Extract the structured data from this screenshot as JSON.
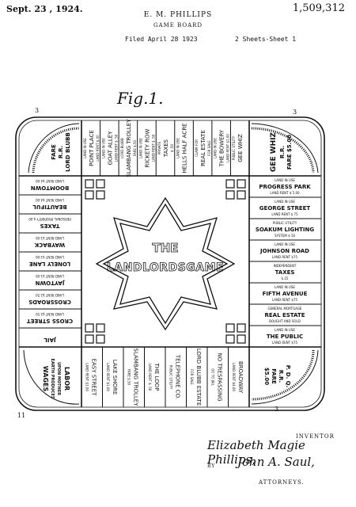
{
  "header": {
    "date": "Sept. 23 , 1924.",
    "patent_number": "1,509,312",
    "inventor_name": "E. M. PHILLIPS",
    "title": "GAME BOARD",
    "filed": "Filed April 28  1923",
    "sheets": "2 Sheets-Sheet 1"
  },
  "figure_label": "Fig.1.",
  "ref_numerals": {
    "top_left": "3",
    "top_right": "3",
    "bottom_right": "3",
    "bottom_left": "11"
  },
  "center": {
    "line1": "THE",
    "line2": "LANDLORDSGAME"
  },
  "corners": {
    "top_left": [
      "FARE",
      "R.R.",
      "LORD BLUBB"
    ],
    "top_right": [
      "GEE WHIZ",
      "R.R.",
      "FARE $5.00"
    ],
    "bottom_left": [
      "LABOR",
      "UPON MOTHER",
      "EARTH PRODUCES",
      "WAGES"
    ],
    "bottom_right": [
      "P. D. Q.",
      "R.R.",
      "FARE",
      "$5.00"
    ]
  },
  "top_row": [
    {
      "top": "LAND IN USE",
      "name": "POINT PLACE",
      "sub": "LAND RENT $.00"
    },
    {
      "top": "LAND IN USE",
      "name": "GOAT ALLEY",
      "sub": "LAND RENT $ .50"
    },
    {
      "top": "LORD BLUBB",
      "name": "SLAMBANG TROLLEY",
      "sub": "FARE $.50"
    },
    {
      "top": "LAND IN USE",
      "name": "RICKETY ROW",
      "sub": "LAND RENT $ .50"
    },
    {
      "top": "PRIVATE",
      "name": "TAXES",
      "sub": "$ .50"
    },
    {
      "top": "LAND IN USE",
      "name": "HELLS HALF ACRE",
      "sub": ""
    },
    {
      "top": "CLAIM FOR",
      "name": "REAL ESTATE",
      "sub": "FOR SALE"
    },
    {
      "top": "LAND IN USE",
      "name": "THE BOWERY",
      "sub": "LAND RENT $1.00"
    },
    {
      "top": "PUBLIC UTILITY",
      "name": "GEE WHIZ",
      "sub": ""
    }
  ],
  "left_column": [
    {
      "name": "BOOMTOWN",
      "sub": "LAND RENT $4.00"
    },
    {
      "name": "BEAUTIFUL",
      "sub": "LAND RENT $4.00"
    },
    {
      "name": "TAXES",
      "sub": "PERSONAL PROPERTY $.00"
    },
    {
      "name": "WAYBACK",
      "sub": "LAND RENT $3.00"
    },
    {
      "name": "LONELY LANE",
      "sub": "LAND RENT $3.00"
    },
    {
      "name": "JAYTOWN",
      "sub": "LAND RENT $3.00"
    },
    {
      "name": "CROSSROADS",
      "sub": "LAND RENT $2.50"
    },
    {
      "name": "CROSS STREET",
      "sub": "LAND RENT $2.50"
    },
    {
      "name": "JAIL",
      "sub": ""
    }
  ],
  "right_column": [
    {
      "top": "LAND IN USE",
      "name": "PROGRESS PARK",
      "sub": "LAND RENT $ 5.00"
    },
    {
      "top": "LAND IN USE",
      "name": "GEORGE STREET",
      "sub": "LAND RENT $ 75"
    },
    {
      "top": "PUBLIC UTILITY",
      "name": "SOAKUM LIGHTING",
      "sub": "SYSTEM  $ 50"
    },
    {
      "top": "LAND IN USE",
      "name": "JOHNSON ROAD",
      "sub": "LAND RENT $75"
    },
    {
      "top": "INDEPENDENT",
      "name": "TAXES",
      "sub": "$.25"
    },
    {
      "top": "LAND IN USE",
      "name": "FIFTH AVENUE",
      "sub": "LAND RENT $75"
    },
    {
      "top": "GENERAL MORTGAGE",
      "name": "REAL ESTATE",
      "sub": "BOUGHT AND SOLD"
    },
    {
      "top": "LAND IN USE",
      "name": "THE PUBLIC",
      "sub": "LAND RENT $75"
    }
  ],
  "bottom_row": [
    {
      "name": "EASY STREET",
      "sub": "LAND RENT $3.00"
    },
    {
      "name": "LAKE SHORE",
      "sub": "LAND RENT $1.00"
    },
    {
      "name": "SLAMBANG TROLLEY",
      "sub": "FARE $.50"
    },
    {
      "name": "THE LOOP",
      "sub": "LAND RENT $ .50"
    },
    {
      "name": "TELEPHONE CO.",
      "sub": "PUBLIC UTILITY"
    },
    {
      "name": "LORD BLUBB ESTATE",
      "sub": "FOR SALE"
    },
    {
      "name": "NO TRESPASSING",
      "sub": "GO TO JAIL"
    },
    {
      "name": "BROADWAY",
      "sub": "LAND RENT $4.00"
    }
  ],
  "signatures": {
    "inventor_label": "INVENTOR",
    "inventor": "Elizabeth Magie Phillips,",
    "by": "BY",
    "attorney": "John A. Saul,",
    "attorneys_label": "ATTORNEYS."
  }
}
